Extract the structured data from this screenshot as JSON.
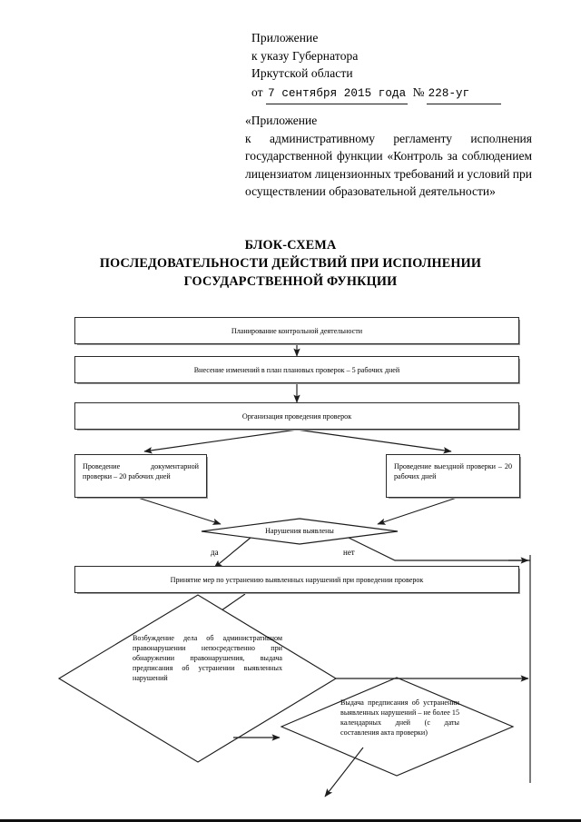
{
  "header": {
    "lines": [
      "Приложение",
      "к указу Губернатора",
      "Иркутской области"
    ],
    "date_prefix": "от",
    "date_value": "7 сентября 2015 года",
    "number_sign": "№",
    "number_value": "228-уг"
  },
  "quote": {
    "first_line": "«Приложение",
    "body": "к административному регламенту исполнения государственной функции «Контроль за соблюдением лицензиатом лицензионных требований и условий при осуществлении образовательной деятельности»"
  },
  "title": {
    "line1": "БЛОК-СХЕМА",
    "line2": "ПОСЛЕДОВАТЕЛЬНОСТИ ДЕЙСТВИЙ ПРИ ИСПОЛНЕНИИ",
    "line3": "ГОСУДАРСТВЕННОЙ ФУНКЦИИ"
  },
  "flowchart": {
    "nodes": {
      "planning": "Планирование контрольной деятельности",
      "amendments": "Внесение изменений в план плановых проверок – 5 рабочих дней",
      "organization": "Организация проведения проверок",
      "documentary_check": "Проведение документарной проверки – 20 рабочих дней",
      "field_check": "Проведение выездной проверки – 20 рабочих дней",
      "decision": "Нарушения выявлены",
      "measures": "Принятие мер по устранению выявленных нарушений при проведении проверок",
      "administrative_case": "Возбуждение дела об административном правонарушении непосредственно при обнаружении правонарушения, выдача предписания об устранении выявленных нарушений",
      "order_issue": "Выдача предписания об устранении выявленных нарушений – не более 15 календарных дней (с даты составления акта проверки)"
    },
    "branches": {
      "yes": "да",
      "no": "нет"
    }
  },
  "colors": {
    "ink": "#000000",
    "line": "#2b2b2b",
    "shadow": "#9a9a9a",
    "paper": "#ffffff"
  }
}
